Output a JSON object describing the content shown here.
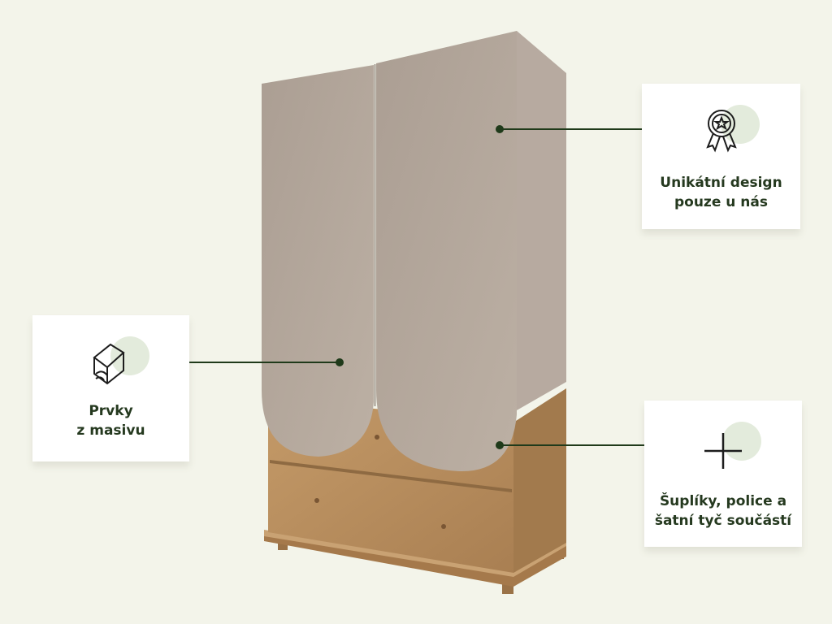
{
  "features": [
    {
      "icon": "award-ribbon-icon",
      "lines": [
        "Unikátní design",
        "pouze u nás"
      ]
    },
    {
      "icon": "wood-log-icon",
      "lines": [
        "Prvky",
        "z masivu"
      ]
    },
    {
      "icon": "plus-icon",
      "lines": [
        "Šuplíky, police a",
        "šatní tyč součástí"
      ]
    }
  ],
  "colors": {
    "background": "#f3f4ea",
    "accent": "#1f3a1a",
    "door": "#b5a89c",
    "oak": "#b48c5e"
  }
}
